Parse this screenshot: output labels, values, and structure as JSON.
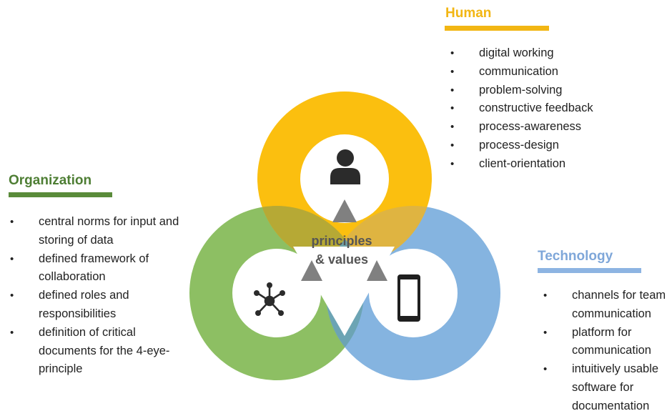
{
  "colors": {
    "human": "#FBBF0F",
    "organization": "#8DBF63",
    "technology": "#85B4E0",
    "triangle": "#808080"
  },
  "center": {
    "label_line1": "principles",
    "label_line2": "& values"
  },
  "icons": {
    "human": "person-icon",
    "organization": "network-icon",
    "technology": "smartphone-icon"
  },
  "human": {
    "title": "Human",
    "items": [
      "digital working",
      "communication",
      "problem-solving",
      "constructive feedback",
      "process-awareness",
      "process-design",
      "client-orientation"
    ]
  },
  "organization": {
    "title": "Organization",
    "items": [
      "central norms for input and storing of data",
      "defined framework of collaboration",
      "defined roles and responsibilities",
      "definition of critical documents for the 4-eye-principle"
    ]
  },
  "technology": {
    "title": "Technology",
    "items": [
      "channels for team communication",
      "platform for communication",
      "intuitively usable software for documentation"
    ]
  }
}
